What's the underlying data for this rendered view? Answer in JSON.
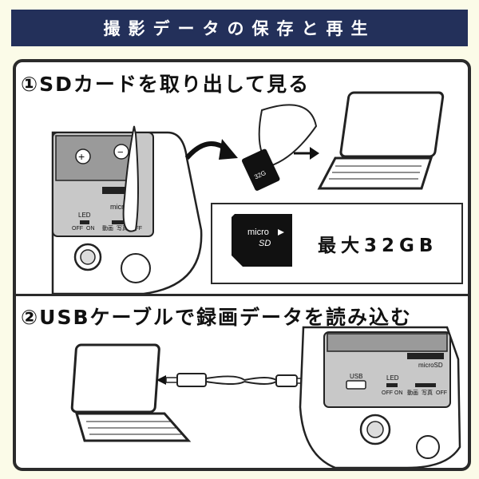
{
  "banner": {
    "title": "撮影データの保存と再生"
  },
  "step1": {
    "title": "①SDカードを取り出して見る",
    "device": {
      "slot_label": "microSD",
      "led_label": "LED",
      "led_off": "OFF",
      "led_on": "ON",
      "mode_video": "動画",
      "mode_photo": "写真",
      "mode_off": "OFF"
    },
    "card": {
      "label": "micro SD",
      "card_text": "micro",
      "card_sd": "SD",
      "capacity": "32G"
    },
    "capacity": {
      "text": "最大32GB"
    }
  },
  "step2": {
    "title": "②USBケーブルで録画データを読み込む",
    "device": {
      "slot_label": "microSD",
      "usb_label": "USB",
      "led_label": "LED",
      "led_off": "OFF",
      "led_on": "ON",
      "mode_video": "動画",
      "mode_photo": "写真",
      "mode_off": "OFF"
    }
  },
  "colors": {
    "banner": "#23305a",
    "background": "#fbfbe8",
    "device_gray": "#c8c8c8"
  },
  "icons": [
    "hand-icon",
    "arrow-curved-icon",
    "arrow-right-icon",
    "laptop-icon",
    "microsd-card-icon",
    "usb-cable-icon"
  ]
}
